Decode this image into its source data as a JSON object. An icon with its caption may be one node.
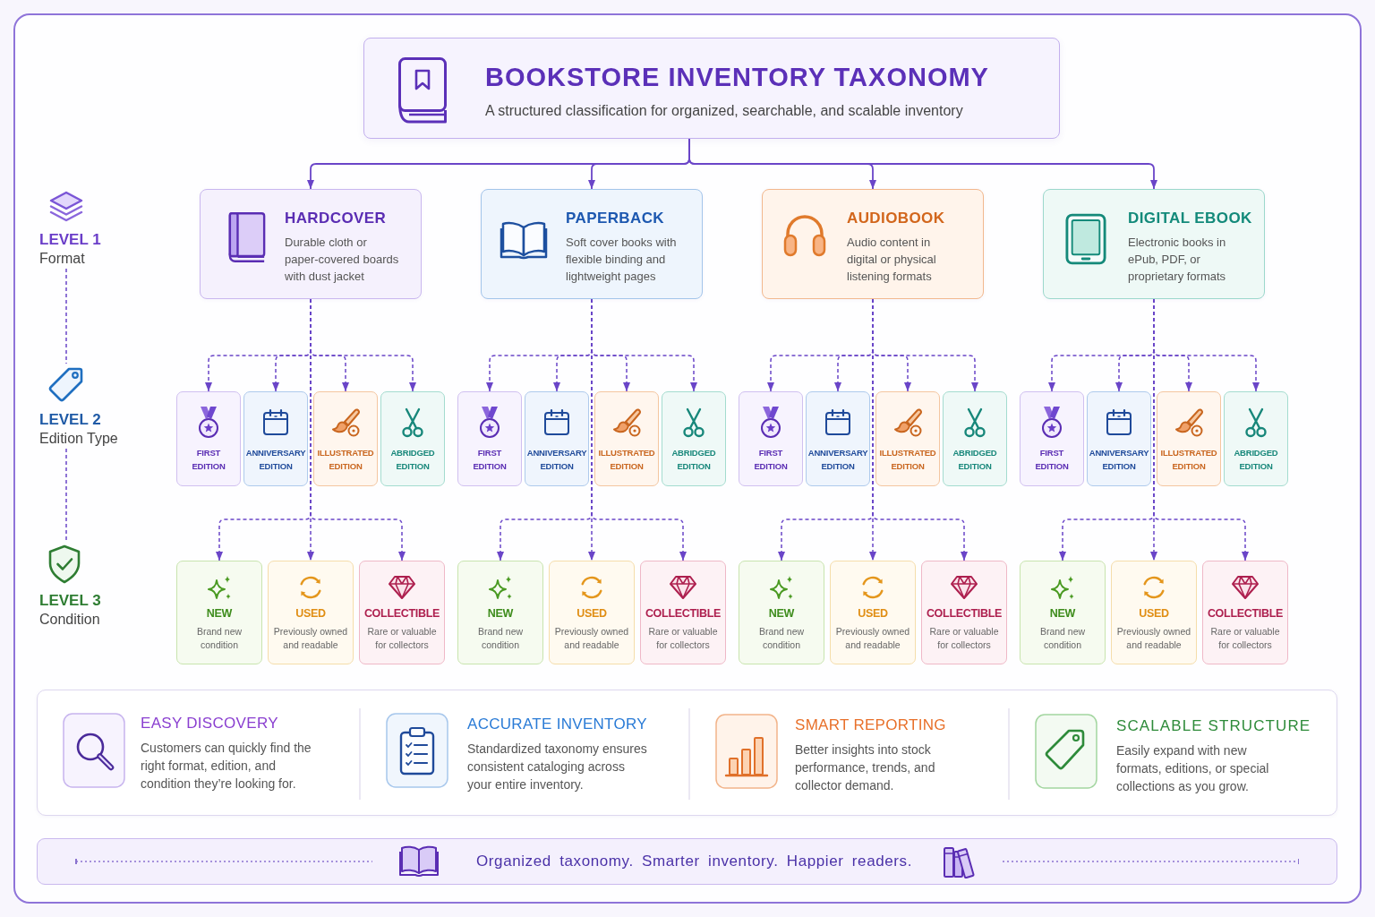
{
  "diagram": {
    "nodes": [
      {
        "text": [
          "BOOKSTORE INVENTORY TAXONOMY",
          "A structured classification for organized, searchable, and scalable inventory"
        ]
      },
      {
        "text": [
          "HARDCOVER",
          "Durable cloth or paper-covered boards with dust jacket"
        ]
      },
      {
        "text": [
          "PAPERBACK",
          "Soft cover books with flexible binding and lightweight pages"
        ]
      },
      {
        "text": [
          "AUDIOBOOK",
          "Audio content in digital or physical listening formats"
        ]
      },
      {
        "text": [
          "DIGITAL EBOOK",
          "Electronic books in ePub, PDF, or proprietary formats"
        ]
      },
      {
        "text": [
          "FIRST EDITION"
        ]
      },
      {
        "text": [
          "ANNIVERSARY EDITION"
        ]
      },
      {
        "text": [
          "ILLUSTRATED EDITION"
        ]
      },
      {
        "text": [
          "ABRIDGED EDITION"
        ]
      },
      {
        "text": [
          "FIRST EDITION"
        ]
      },
      {
        "text": [
          "ANNIVERSARY EDITION"
        ]
      },
      {
        "text": [
          "ILLUSTRATED EDITION"
        ]
      },
      {
        "text": [
          "ABRIDGED EDITION"
        ]
      },
      {
        "text": [
          "FIRST EDITION"
        ]
      },
      {
        "text": [
          "ANNIVERSARY EDITION"
        ]
      },
      {
        "text": [
          "ILLUSTRATED EDITION"
        ]
      },
      {
        "text": [
          "ABRIDGED EDITION"
        ]
      },
      {
        "text": [
          "FIRST EDITION"
        ]
      },
      {
        "text": [
          "ANNIVERSARY EDITION"
        ]
      },
      {
        "text": [
          "ILLUSTRATED EDITION"
        ]
      },
      {
        "text": [
          "ABRIDGED EDITION"
        ]
      },
      {
        "text": [
          "NEW",
          "Brand new condition"
        ]
      },
      {
        "text": [
          "USED",
          "Previously owned and readable"
        ]
      },
      {
        "text": [
          "COLLECTIBLE",
          "Rare or valuable for collectors"
        ]
      },
      {
        "text": [
          "NEW",
          "Brand new condition"
        ]
      },
      {
        "text": [
          "USED",
          "Previously owned and readable"
        ]
      },
      {
        "text": [
          "COLLECTIBLE",
          "Rare or valuable for collectors"
        ]
      },
      {
        "text": [
          "NEW",
          "Brand new condition"
        ]
      },
      {
        "text": [
          "USED",
          "Previously owned and readable"
        ]
      },
      {
        "text": [
          "COLLECTIBLE",
          "Rare or valuable for collectors"
        ]
      },
      {
        "text": [
          "NEW",
          "Brand new condition"
        ]
      },
      {
        "text": [
          "USED",
          "Previously owned and readable"
        ]
      },
      {
        "text": [
          "COLLECTIBLE",
          "Rare or valuable for collectors"
        ]
      },
      {
        "text": [
          "LEVEL 1",
          "Format"
        ]
      },
      {
        "text": [
          "LEVEL 2",
          "Edition Type"
        ]
      },
      {
        "text": [
          "LEVEL 3",
          "Condition"
        ]
      },
      {
        "text": [
          "Organized taxonomy. Smarter inventory. Happier readers."
        ]
      }
    ],
    "edges": [
      {
        "from": 0,
        "to": 1,
        "arrow": "to"
      },
      {
        "from": 0,
        "to": 2,
        "arrow": "to"
      },
      {
        "from": 0,
        "to": 3,
        "arrow": "to"
      },
      {
        "from": 0,
        "to": 4,
        "arrow": "to"
      },
      {
        "from": 1,
        "to": 5,
        "arrow": "to",
        "style": "dashed"
      },
      {
        "from": 1,
        "to": 6,
        "arrow": "to",
        "style": "dashed"
      },
      {
        "from": 1,
        "to": 7,
        "arrow": "to",
        "style": "dashed"
      },
      {
        "from": 1,
        "to": 8,
        "arrow": "to",
        "style": "dashed"
      },
      {
        "from": 2,
        "to": 9,
        "arrow": "to",
        "style": "dashed"
      },
      {
        "from": 2,
        "to": 10,
        "arrow": "to",
        "style": "dashed"
      },
      {
        "from": 2,
        "to": 11,
        "arrow": "to",
        "style": "dashed"
      },
      {
        "from": 2,
        "to": 12,
        "arrow": "to",
        "style": "dashed"
      },
      {
        "from": 3,
        "to": 13,
        "arrow": "to",
        "style": "dashed"
      },
      {
        "from": 3,
        "to": 14,
        "arrow": "to",
        "style": "dashed"
      },
      {
        "from": 3,
        "to": 15,
        "arrow": "to",
        "style": "dashed"
      },
      {
        "from": 3,
        "to": 16,
        "arrow": "to",
        "style": "dashed"
      },
      {
        "from": 4,
        "to": 17,
        "arrow": "to",
        "style": "dashed"
      },
      {
        "from": 4,
        "to": 18,
        "arrow": "to",
        "style": "dashed"
      },
      {
        "from": 4,
        "to": 19,
        "arrow": "to",
        "style": "dashed"
      },
      {
        "from": 4,
        "to": 20,
        "arrow": "to",
        "style": "dashed"
      },
      {
        "from": 1,
        "to": 21,
        "arrow": "to",
        "style": "dashed"
      },
      {
        "from": 1,
        "to": 22,
        "arrow": "to",
        "style": "dashed"
      },
      {
        "from": 1,
        "to": 23,
        "arrow": "to",
        "style": "dashed"
      },
      {
        "from": 2,
        "to": 24,
        "arrow": "to",
        "style": "dashed"
      },
      {
        "from": 2,
        "to": 25,
        "arrow": "to",
        "style": "dashed"
      },
      {
        "from": 2,
        "to": 26,
        "arrow": "to",
        "style": "dashed"
      },
      {
        "from": 3,
        "to": 27,
        "arrow": "to",
        "style": "dashed"
      },
      {
        "from": 3,
        "to": 28,
        "arrow": "to",
        "style": "dashed"
      },
      {
        "from": 3,
        "to": 29,
        "arrow": "to",
        "style": "dashed"
      },
      {
        "from": 4,
        "to": 30,
        "arrow": "to",
        "style": "dashed"
      },
      {
        "from": 4,
        "to": 31,
        "arrow": "to",
        "style": "dashed"
      },
      {
        "from": 4,
        "to": 32,
        "arrow": "to",
        "style": "dashed"
      },
      {
        "from": 33,
        "to": 34,
        "arrow": "none",
        "style": "dashed"
      },
      {
        "from": 34,
        "to": 35,
        "arrow": "none",
        "style": "dashed"
      }
    ],
    "labels": [
      "EASY DISCOVERY",
      "Customers can quickly find the right format, edition, and condition they’re looking for.",
      "ACCURATE INVENTORY",
      "Standardized taxonomy ensures consistent cataloging across your entire inventory.",
      "SMART REPORTING",
      "Better insights into stock performance, trends, and collector demand.",
      "SCALABLE STRUCTURE",
      "Easily expand with new formats, editions, or special collections as you grow."
    ]
  }
}
